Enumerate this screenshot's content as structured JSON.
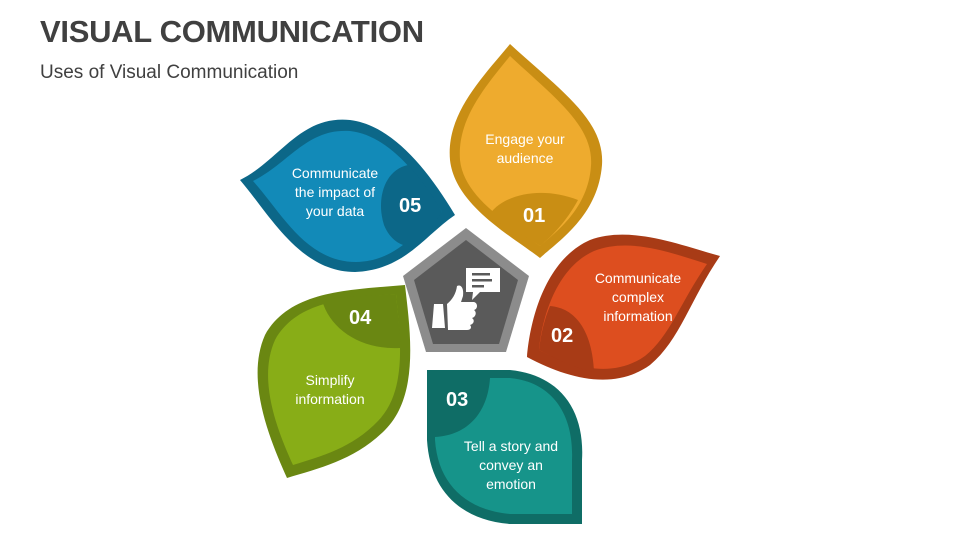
{
  "header": {
    "title": "VISUAL COMMUNICATION",
    "subtitle": "Uses of Visual Communication"
  },
  "center": {
    "icon": "thumbs-up-speech-bubble-icon",
    "colors": {
      "outer": "#8c8c8c",
      "inner": "#5a5a5a"
    }
  },
  "items": [
    {
      "number": "01",
      "text": "Engage your audience",
      "lines": [
        "Engage your",
        "audience"
      ],
      "color": "#eeab2e",
      "border": "#c98e14",
      "badge": "#c98e14"
    },
    {
      "number": "02",
      "text": "Communicate complex information",
      "lines": [
        "Communicate",
        "complex",
        "information"
      ],
      "color": "#dd4e1f",
      "border": "#a83b16",
      "badge": "#a83b16"
    },
    {
      "number": "03",
      "text": "Tell a story and convey an emotion",
      "lines": [
        "Tell a story and",
        "convey an",
        "emotion"
      ],
      "color": "#16948a",
      "border": "#0f6d66",
      "badge": "#0f6d66"
    },
    {
      "number": "04",
      "text": "Simplify information",
      "lines": [
        "Simplify",
        "information"
      ],
      "color": "#88ad17",
      "border": "#6a8712",
      "badge": "#6a8712"
    },
    {
      "number": "05",
      "text": "Communicate the impact of your data",
      "lines": [
        "Communicate",
        "the impact of",
        "your data"
      ],
      "color": "#128ab8",
      "border": "#0c6788",
      "badge": "#0c6788"
    }
  ]
}
